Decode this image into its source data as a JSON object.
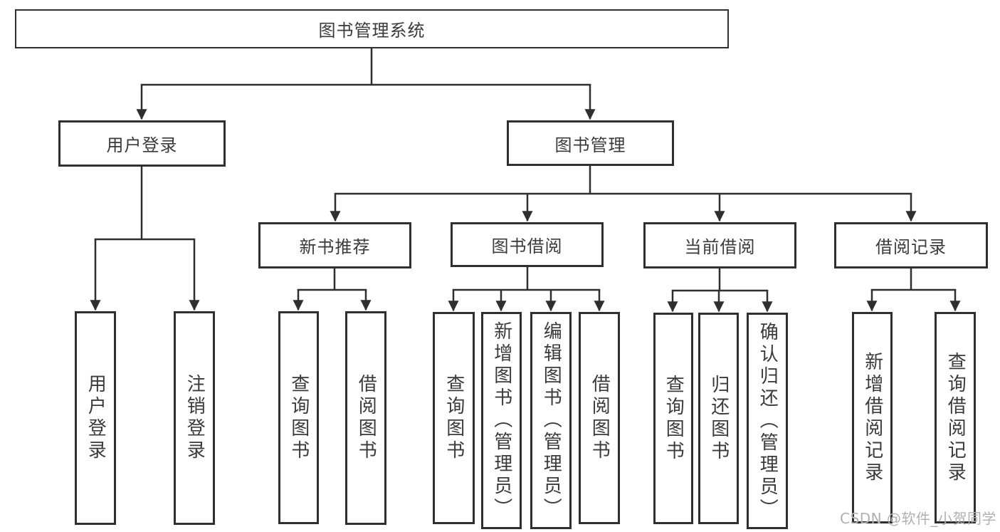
{
  "colors": {
    "line": "#2f2f2f",
    "text": "#3a3a3a",
    "watermark": "#b0b0b0",
    "bg": "#ffffff"
  },
  "watermark": "CSDN @软件_小贺同学",
  "tree": {
    "root": "图书管理系统",
    "user_login": {
      "label": "用户登录",
      "children": {
        "login": "用户登录",
        "logout": "注销登录"
      }
    },
    "book_mgmt": {
      "label": "图书管理",
      "new_books": {
        "label": "新书推荐",
        "children": {
          "query": "查询图书",
          "borrow": "借阅图书"
        }
      },
      "borrowing": {
        "label": "图书借阅",
        "children": {
          "query": "查询图书",
          "add": "新增图书（管理员）",
          "edit": "编辑图书（管理员）",
          "borrow": "借阅图书"
        }
      },
      "current": {
        "label": "当前借阅",
        "children": {
          "query": "查询图书",
          "return": "归还图书",
          "confirm": "确认归还（管理员）"
        }
      },
      "records": {
        "label": "借阅记录",
        "children": {
          "add": "新增借阅记录",
          "query": "查询借阅记录"
        }
      }
    }
  }
}
